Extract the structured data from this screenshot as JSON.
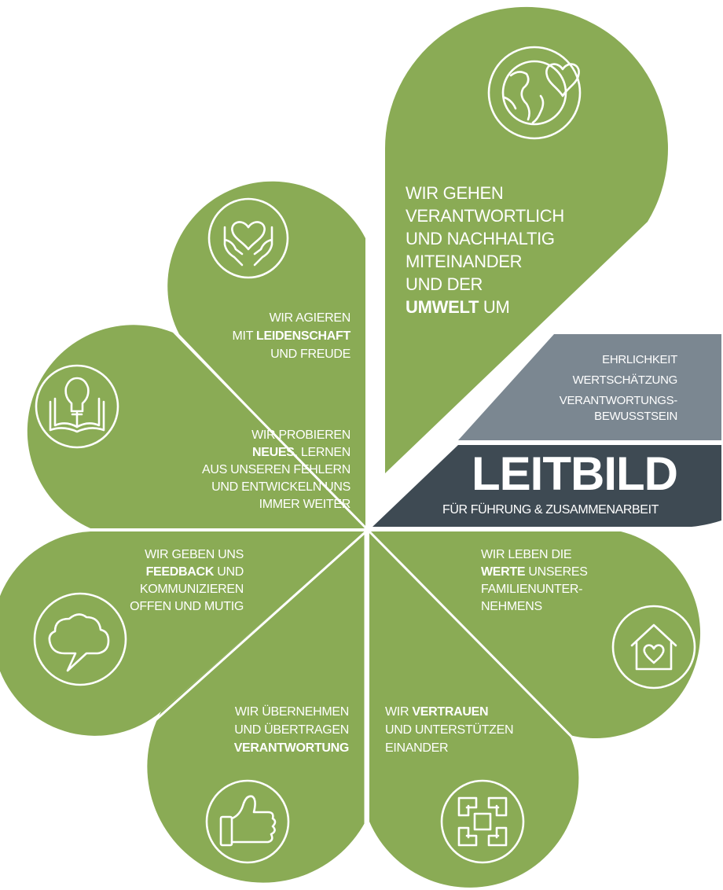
{
  "colors": {
    "petal": "#8aab55",
    "band_grey": "#7b8791",
    "band_dark": "#3e4a53",
    "text": "#ffffff"
  },
  "petals": [
    {
      "id": "environment",
      "icon": "earth-heart-icon",
      "lines": [
        [
          {
            "t": "WIR GEHEN"
          }
        ],
        [
          {
            "t": "VERANTWORTLICH"
          }
        ],
        [
          {
            "t": "UND NACHHALTIG"
          }
        ],
        [
          {
            "t": "MITEINANDER"
          }
        ],
        [
          {
            "t": "UND DER"
          }
        ],
        [
          {
            "t": "UMWELT",
            "b": true
          },
          {
            "t": " UM"
          }
        ]
      ]
    },
    {
      "id": "passion",
      "icon": "hands-heart-icon",
      "lines": [
        [
          {
            "t": "WIR AGIEREN"
          }
        ],
        [
          {
            "t": "MIT "
          },
          {
            "t": "LEIDENSCHAFT",
            "b": true
          }
        ],
        [
          {
            "t": "UND FREUDE"
          }
        ]
      ]
    },
    {
      "id": "learning",
      "icon": "book-lightbulb-icon",
      "lines": [
        [
          {
            "t": "WIR PROBIEREN"
          }
        ],
        [
          {
            "t": "NEUES",
            "b": true
          },
          {
            "t": ", LERNEN"
          }
        ],
        [
          {
            "t": "AUS UNSEREN FEHLERN"
          }
        ],
        [
          {
            "t": "UND ENTWICKELN UNS"
          }
        ],
        [
          {
            "t": "IMMER WEITER"
          }
        ]
      ]
    },
    {
      "id": "feedback",
      "icon": "speech-cloud-icon",
      "lines": [
        [
          {
            "t": "WIR GEBEN UNS"
          }
        ],
        [
          {
            "t": "FEEDBACK",
            "b": true
          },
          {
            "t": " UND"
          }
        ],
        [
          {
            "t": "KOMMUNIZIEREN"
          }
        ],
        [
          {
            "t": "OFFEN UND MUTIG"
          }
        ]
      ]
    },
    {
      "id": "responsibility",
      "icon": "thumbs-up-icon",
      "lines": [
        [
          {
            "t": "WIR ÜBERNEHMEN"
          }
        ],
        [
          {
            "t": "UND ÜBERTRAGEN"
          }
        ],
        [
          {
            "t": "VERANTWORTUNG",
            "b": true
          }
        ]
      ]
    },
    {
      "id": "trust",
      "icon": "joined-hands-icon",
      "lines": [
        [
          {
            "t": "WIR "
          },
          {
            "t": "VERTRAUEN",
            "b": true
          }
        ],
        [
          {
            "t": "UND UNTERSTÜTZEN"
          }
        ],
        [
          {
            "t": "EINANDER"
          }
        ]
      ]
    },
    {
      "id": "values",
      "icon": "house-heart-icon",
      "lines": [
        [
          {
            "t": "WIR LEBEN DIE"
          }
        ],
        [
          {
            "t": "WERTE",
            "b": true
          },
          {
            "t": " UNSERES"
          }
        ],
        [
          {
            "t": "FAMILIENUNTER-"
          }
        ],
        [
          {
            "t": "NEHMENS"
          }
        ]
      ]
    }
  ],
  "core_values": [
    "EHRLICHKEIT",
    "WERTSCHÄTZUNG",
    "VERANTWORTUNGS-",
    "BEWUSSTSEIN"
  ],
  "title": "LEITBILD",
  "subtitle": "FÜR FÜHRUNG & ZUSAMMENARBEIT"
}
